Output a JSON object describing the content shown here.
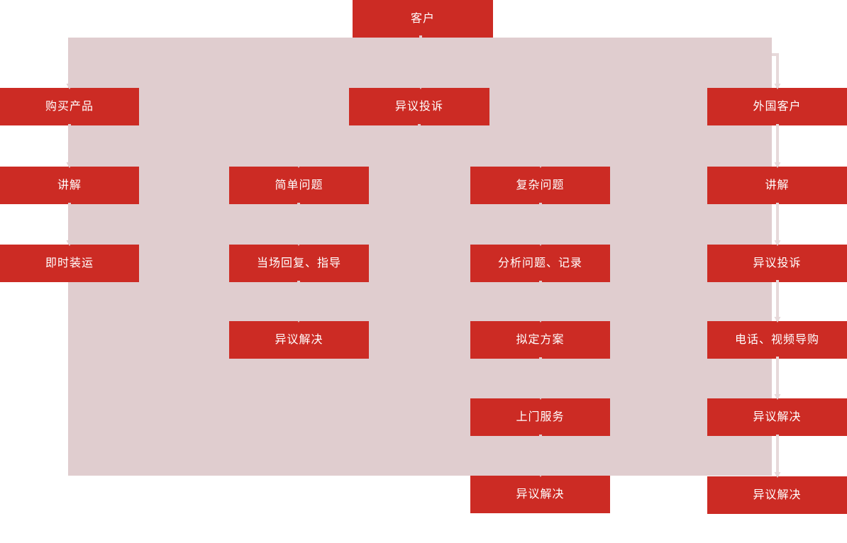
{
  "colors": {
    "node_red": "#cc2b24",
    "panel_pink": "#e0cdcf",
    "connector_light": "#e7d9da",
    "node_text": "#ffffff"
  },
  "flow": {
    "customer": {
      "label": "客户"
    },
    "complaint": {
      "label": "异议投诉"
    },
    "purchase_path": [
      "购买产品",
      "讲解",
      "即时装运"
    ],
    "simple_path": [
      "简单问题",
      "当场回复、指导",
      "异议解决"
    ],
    "complex_path": [
      "复杂问题",
      "分析问题、记录",
      "拟定方案",
      "上门服务",
      "异议解决"
    ],
    "foreign_path": [
      "外国客户",
      "讲解",
      "异议投诉",
      "电话、视频导购",
      "异议解决",
      "异议解决"
    ]
  }
}
